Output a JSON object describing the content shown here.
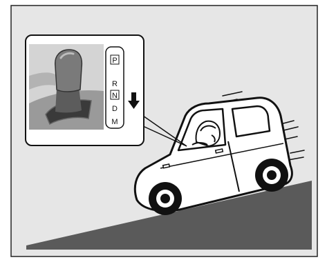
{
  "colors": {
    "background": "#e6e6e6",
    "frame": "#222222",
    "ground": "#5a5a5a",
    "outline": "#111111",
    "car_body": "#ffffff"
  },
  "gear_indicator": {
    "positions": [
      "P",
      "R",
      "N",
      "D",
      "M"
    ],
    "boxed_positions": [
      "P",
      "N"
    ],
    "shift_direction_icon": "arrow-down-icon"
  }
}
